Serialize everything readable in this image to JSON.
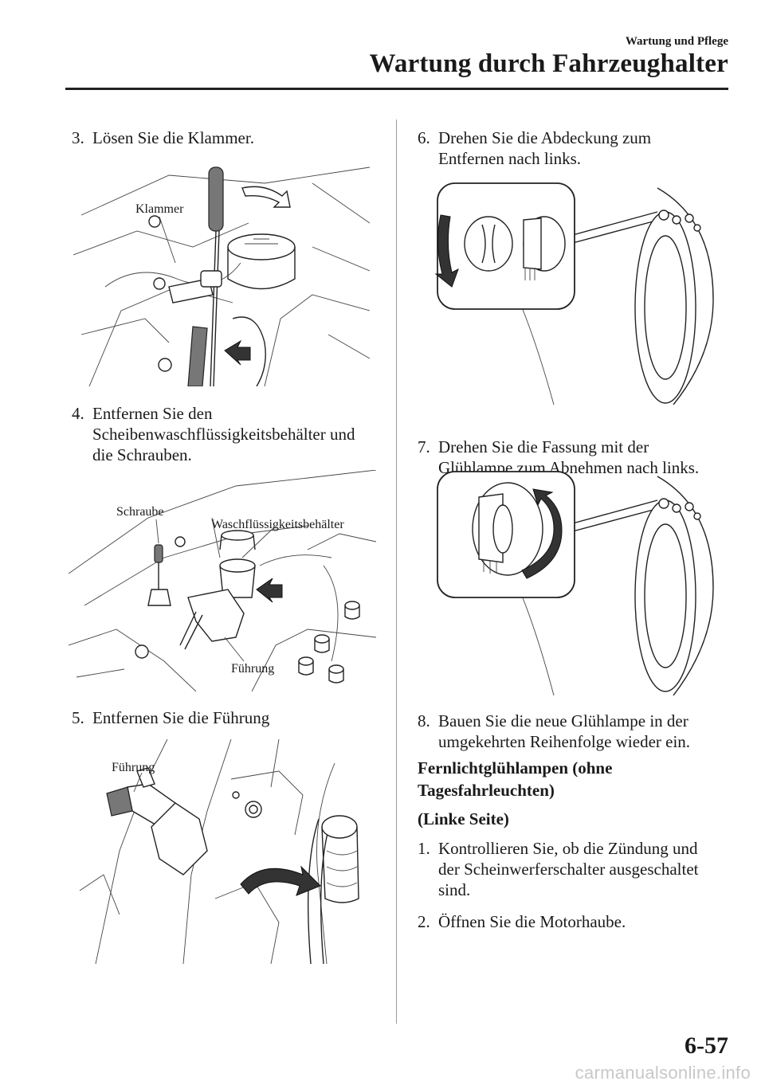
{
  "header": {
    "section": "Wartung und Pflege",
    "title": "Wartung durch Fahrzeughalter"
  },
  "left_column": {
    "step3": {
      "num": "3.",
      "text": "Lösen Sie die Klammer.",
      "fig_label": "Klammer"
    },
    "step4": {
      "num": "4.",
      "lines": [
        "Entfernen Sie den",
        "Scheibenwaschflüssigkeitsbehälter und",
        "die Schrauben."
      ],
      "fig_labels": {
        "screw": "Schraube",
        "tank": "Waschflüssigkeitsbehälter",
        "guide": "Führung"
      }
    },
    "step5": {
      "num": "5.",
      "text": "Entfernen Sie die Führung",
      "fig_label": "Führung"
    }
  },
  "right_column": {
    "step6": {
      "num": "6.",
      "lines": [
        "Drehen Sie die Abdeckung zum",
        "Entfernen nach links."
      ]
    },
    "step7": {
      "num": "7.",
      "lines": [
        "Drehen Sie die Fassung mit der",
        "Glühlampe zum Abnehmen nach links."
      ]
    },
    "step8": {
      "num": "8.",
      "lines": [
        "Bauen Sie die neue Glühlampe in der",
        "umgekehrten Reihenfolge wieder ein."
      ]
    },
    "section_heading": [
      "Fernlichtglühlampen (ohne",
      "Tagesfahrleuchten)"
    ],
    "subsection": "(Linke Seite)",
    "step1": {
      "num": "1.",
      "lines": [
        "Kontrollieren Sie, ob die Zündung und",
        "der Scheinwerferschalter ausgeschaltet",
        "sind."
      ]
    },
    "step2": {
      "num": "2.",
      "text": "Öffnen Sie die Motorhaube."
    }
  },
  "footer": {
    "page": "6-57",
    "url": "carmanualsonline.info"
  }
}
